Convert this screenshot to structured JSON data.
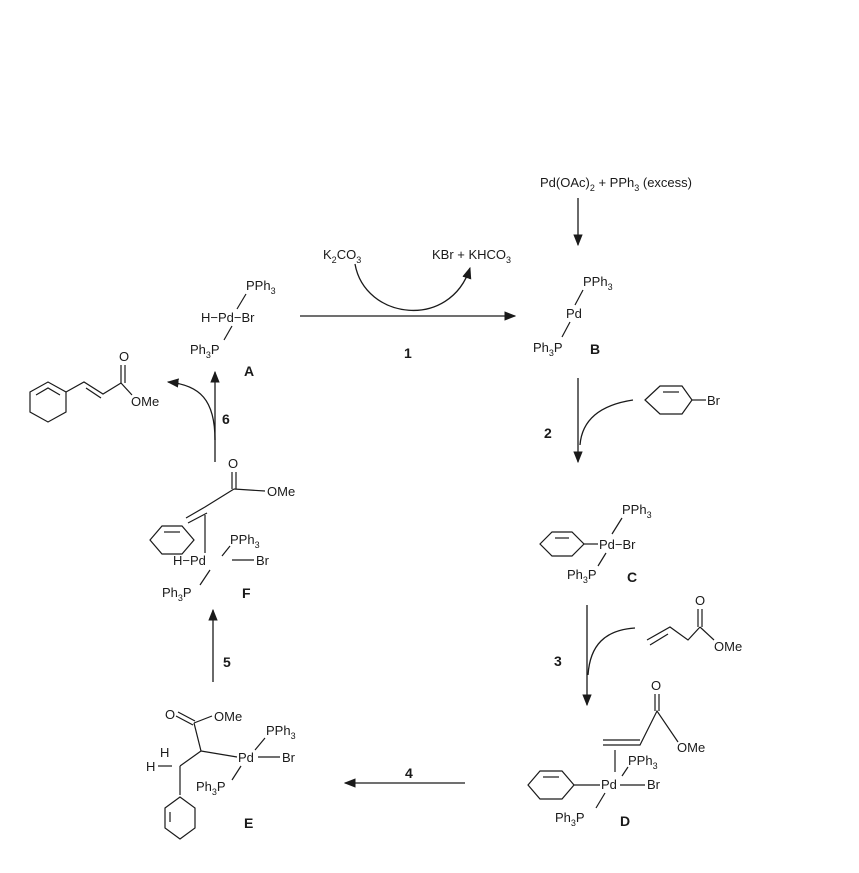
{
  "reagents": {
    "precursor": "Pd(OAc)",
    "precursor_sub": "2",
    "precursor_plus": " + PPh",
    "precursor_plus_sub": "3",
    "precursor_suffix": " (excess)",
    "base": "K",
    "base_sub": "2",
    "base_mid": "CO",
    "base_sub2": "3",
    "byproduct": "KBr + KHCO",
    "byproduct_sub": "3",
    "aryl_halide_label": "Br",
    "acrylate_ome": "OMe",
    "acrylate_o": "O"
  },
  "ligands": {
    "pph3": "PPh",
    "ph3p_pre": "Ph",
    "ph3p_post": "P",
    "sub3": "3",
    "pd": "Pd",
    "br": "Br",
    "h": "H",
    "o": "O",
    "ome": "OMe",
    "h_pd_br": "H−Pd−Br",
    "h_pd": "H−Pd",
    "pd_br": "Pd−Br"
  },
  "steps": {
    "s1": "1",
    "s2": "2",
    "s3": "3",
    "s4": "4",
    "s5": "5",
    "s6": "6"
  },
  "compounds": {
    "A": "A",
    "B": "B",
    "C": "C",
    "D": "D",
    "E": "E",
    "F": "F"
  },
  "product": {
    "o": "O",
    "ome": "OMe"
  }
}
